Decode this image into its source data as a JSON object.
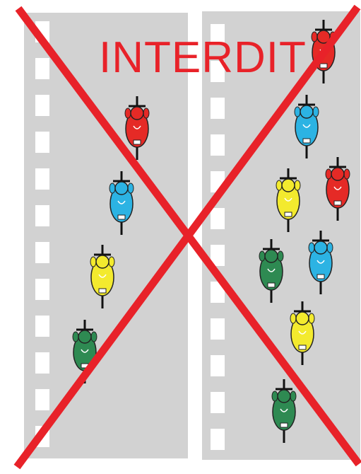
{
  "banner": {
    "text": "INTERDIT"
  },
  "colors": {
    "background": "#ffffff",
    "road": "#d2d2d2",
    "lane_marking": "#ffffff",
    "cross": "#e82229",
    "banner_text": "#e82229",
    "rider_red": "#e52a26",
    "rider_blue": "#2cb3e3",
    "rider_yellow": "#f3ea2e",
    "rider_green": "#2e8a52"
  },
  "illustration": {
    "meaning": "cross-forbidden",
    "left_road": {
      "riders": [
        "rider_red",
        "rider_blue",
        "rider_yellow",
        "rider_green"
      ]
    },
    "right_road": {
      "riders": [
        "rider_red",
        "rider_blue",
        "rider_yellow",
        "rider_red",
        "rider_green",
        "rider_blue",
        "rider_yellow",
        "rider_green"
      ]
    }
  }
}
